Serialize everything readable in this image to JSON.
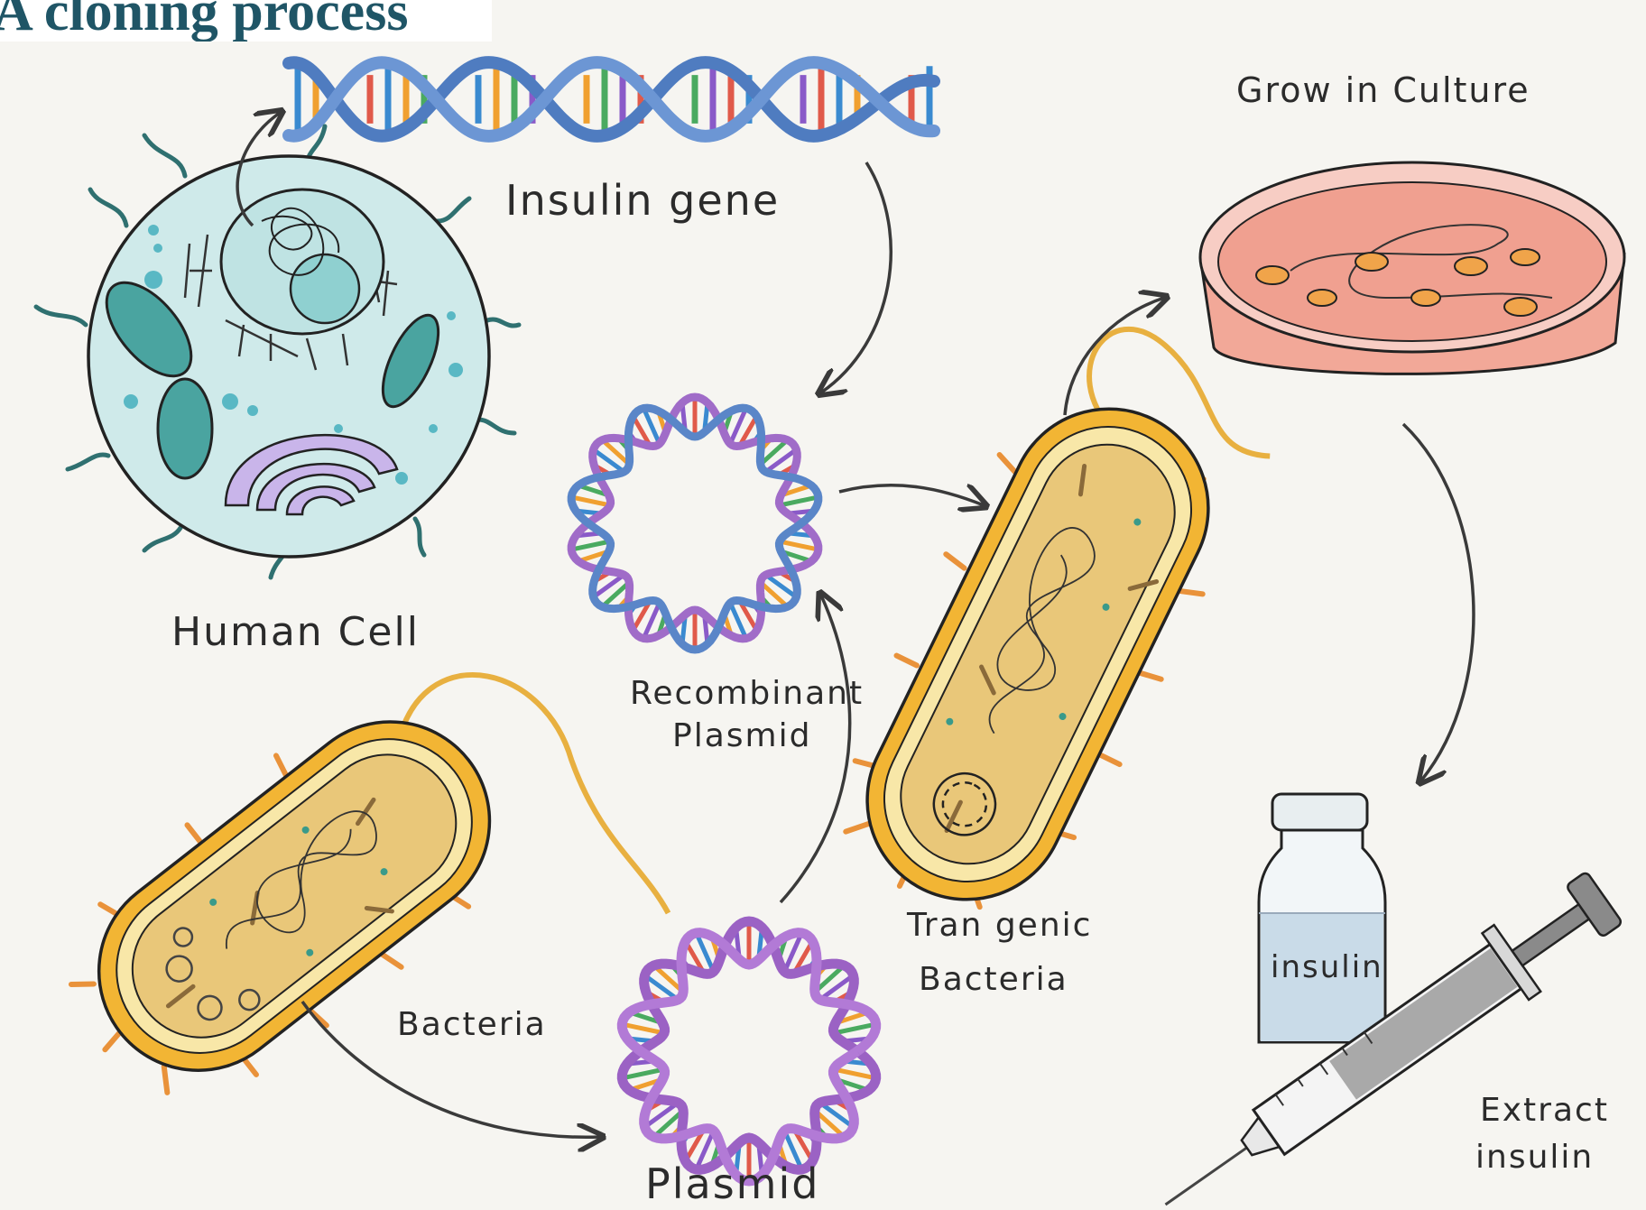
{
  "title": "A cloning process",
  "labels": {
    "insulin_gene": "Insulin gene",
    "grow_in_culture": "Grow in Culture",
    "human_cell": "Human Cell",
    "recombinant_plasmid_line1": "Recombinant",
    "recombinant_plasmid_line2": "Plasmid",
    "transgenic_bacteria_line1": "Tran genic",
    "transgenic_bacteria_line2": "Bacteria",
    "bacteria": "Bacteria",
    "plasmid": "Plasmid",
    "vial_label": "insulin",
    "extract_line1": "Extract",
    "extract_line2": "insulin"
  },
  "icons": [
    "dna-helix-icon",
    "human-cell-icon",
    "recombinant-plasmid-icon",
    "plasmid-icon",
    "bacteria-icon",
    "transgenic-bacteria-icon",
    "petri-dish-icon",
    "insulin-vial-icon",
    "syringe-icon",
    "arrow-icon"
  ],
  "colors": {
    "background": "#f6f5f1",
    "title": "#1f5566",
    "dna_blue": "#5a86c8",
    "plasmid_purple": "#a06cc8",
    "bacteria_orange": "#f0b232",
    "cell_fill": "#cfeaea",
    "petri_pink": "#f0a898"
  }
}
